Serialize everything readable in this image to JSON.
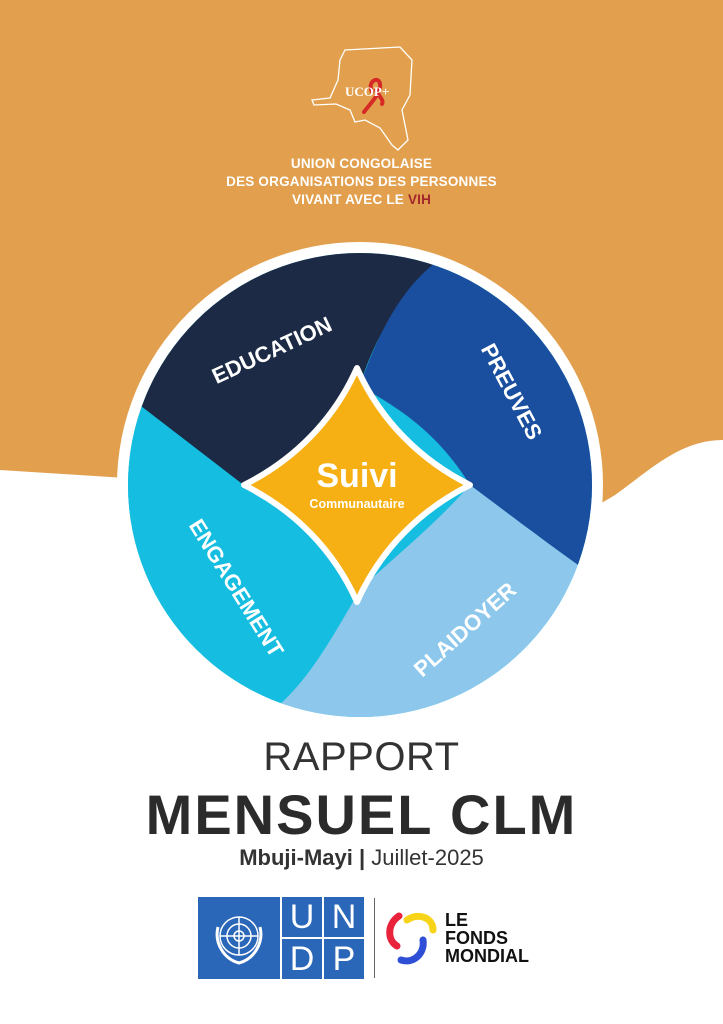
{
  "organization": {
    "logo_text": "UCOP+",
    "name_lines": [
      "UNION CONGOLAISE",
      "DES ORGANISATIONS DES PERSONNES",
      "VIVANT AVEC LE "
    ],
    "name_highlight": "VIH"
  },
  "diagram": {
    "center_title": "Suivi",
    "center_subtitle": "Communautaire",
    "segments": [
      "EDUCATION",
      "PREUVES",
      "PLAIDOYER",
      "ENGAGEMENT"
    ],
    "colors": {
      "education": "#1c2a45",
      "preuves": "#1a4e9e",
      "plaidoyer": "#8dc8ec",
      "engagement": "#15bde0",
      "center": "#f6b014",
      "background": "#e2a04e"
    }
  },
  "report": {
    "title_line1": "RAPPORT",
    "title_line2": "MENSUEL CLM",
    "location": "Mbuji-Mayi",
    "separator": "|",
    "period": "Juillet-2025"
  },
  "partners": {
    "undp_letters": [
      "U",
      "N",
      "D",
      "P"
    ],
    "global_fund_lines": [
      "LE",
      "FONDS",
      "MONDIAL"
    ]
  }
}
